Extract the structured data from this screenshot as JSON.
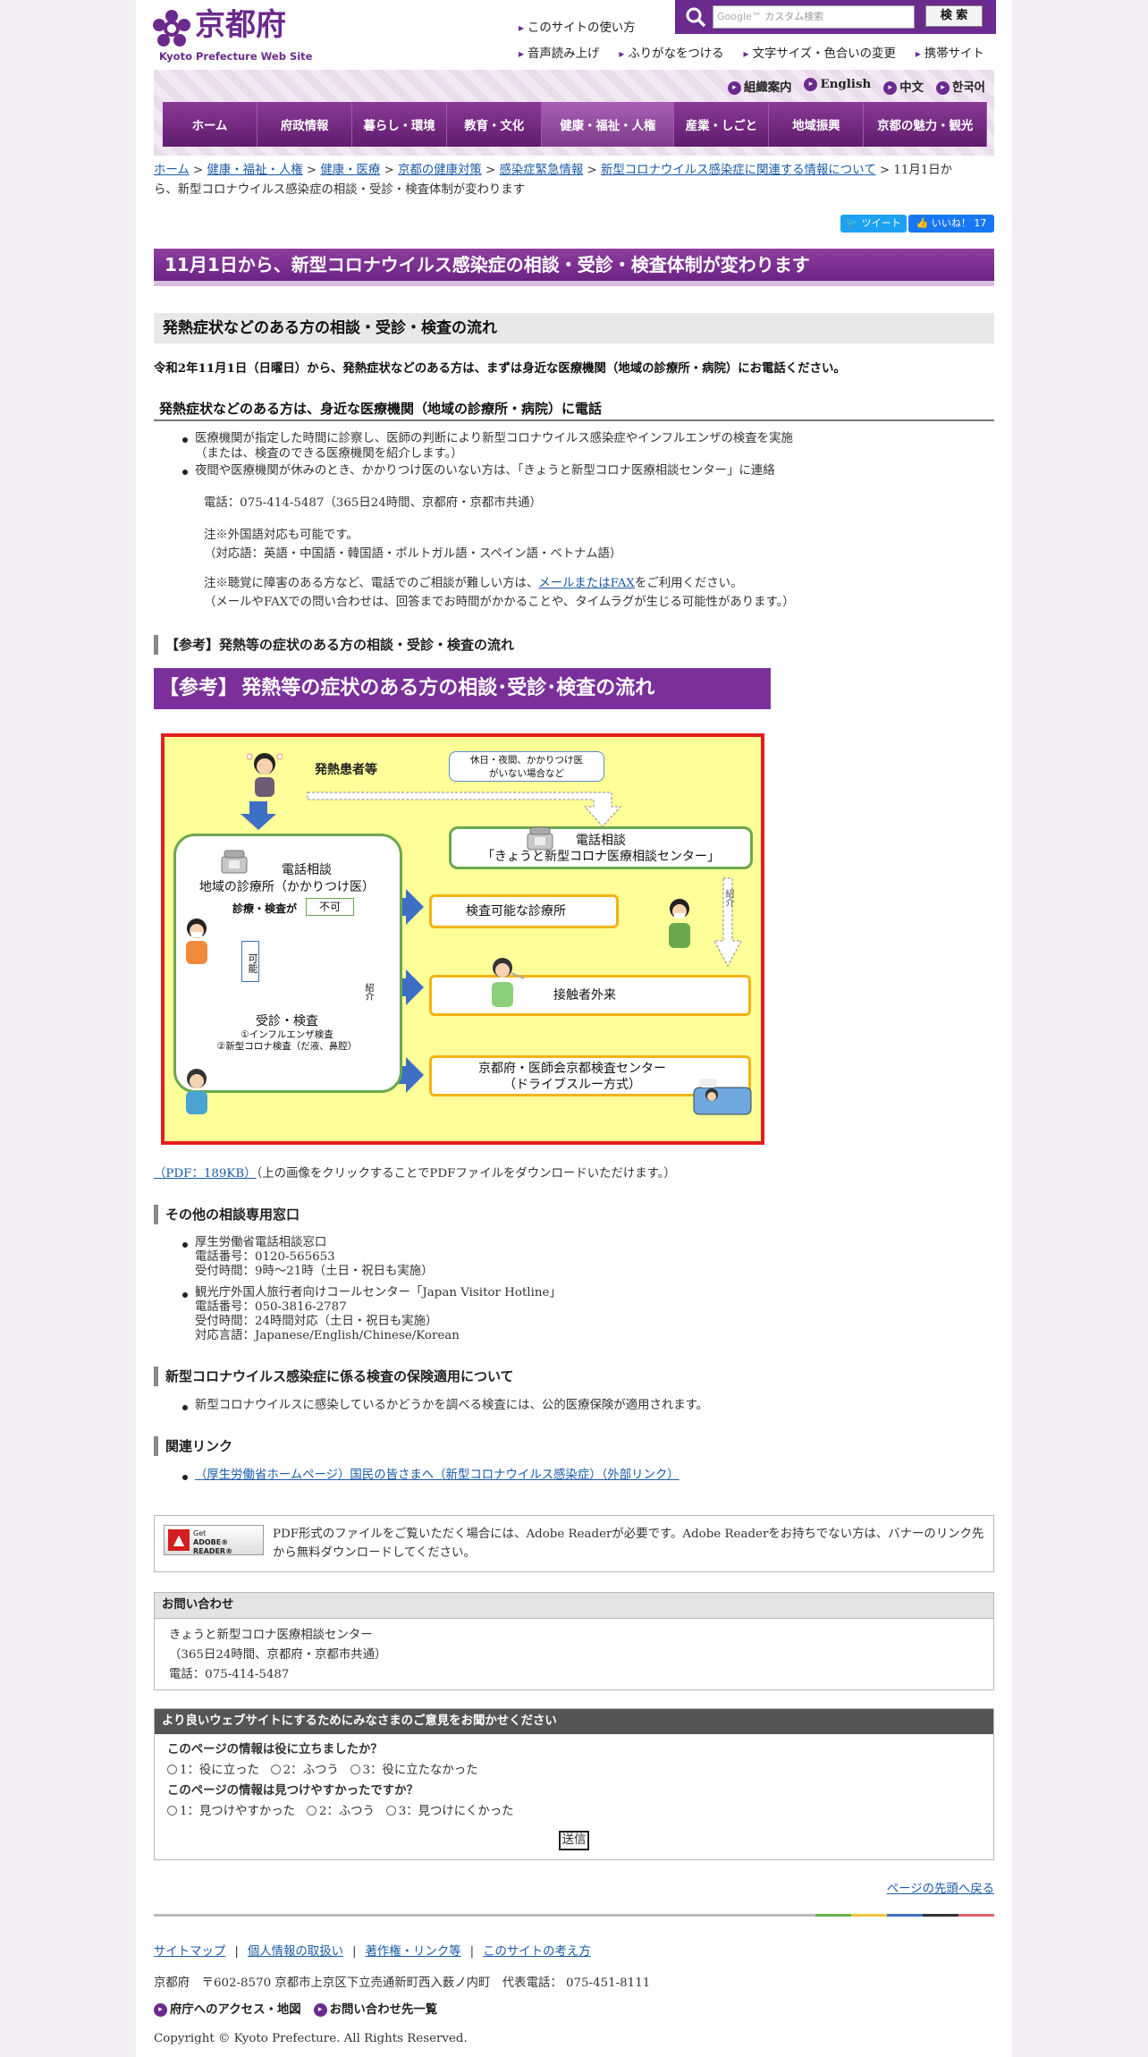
{
  "header": {
    "logo_kanji": "京都府",
    "logo_subtitle": "Kyoto Prefecture Web Site",
    "usage_link": "このサイトの使い方",
    "search_placeholder": "カスタム検索",
    "search_brand": "Google™",
    "search_button": "検 索",
    "tools": [
      "音声読み上げ",
      "ふりがなをつける",
      "文字サイズ・色合いの変更",
      "携帯サイト"
    ],
    "lang_links": [
      "組織案内",
      "English",
      "中文",
      "한국어"
    ]
  },
  "global_nav": [
    "ホーム",
    "府政情報",
    "暮らし・環境",
    "教育・文化",
    "健康・福祉・人権",
    "産業・しごと",
    "地域振興",
    "京都の魅力・観光"
  ],
  "breadcrumb": {
    "links": [
      "ホーム",
      "健康・福祉・人権",
      "健康・医療",
      "京都の健康対策",
      "感染症緊急情報",
      "新型コロナウイルス感染症に関連する情報について"
    ],
    "sep": " > ",
    "current_1": "11月1日か",
    "current_2": "ら、新型コロナウイルス感染症の相談・受診・検査体制が変わります"
  },
  "social": {
    "tweet": "ツイート",
    "like": "いいね！",
    "like_count": "17"
  },
  "main": {
    "title": "11月1日から、新型コロナウイルス感染症の相談・受診・検査体制が変わります",
    "section1_heading": "発熱症状などのある方の相談・受診・検査の流れ",
    "intro": "令和2年11月1日（日曜日）から、発熱症状などのある方は、まずは身近な医療機関（地域の診療所・病院）にお電話ください。",
    "sub_heading": "発熱症状などのある方は、身近な医療機関（地域の診療所・病院）に電話",
    "bullet1_line1": "医療機関が指定した時間に診察し、医師の判断により新型コロナウイルス感染症やインフルエンザの検査を実施",
    "bullet1_line2": "（または、検査のできる医療機関を紹介します。）",
    "bullet2": "夜間や医療機関が休みのとき、かかりつけ医のいない方は、「きょうと新型コロナ医療相談センター」に連絡",
    "phone_note": "電話：075-414-5487（365日24時間、京都府・京都市共通）",
    "foreign_note1": "注※外国語対応も可能です。",
    "foreign_note2": "（対応語：英語・中国語・韓国語・ポルトガル語・スペイン語・ベトナム語）",
    "hearing_note_pre": "注※聴覚に障害のある方など、電話でのご相談が難しい方は、",
    "hearing_note_link": "メールまたはFAX",
    "hearing_note_post": "をご利用ください。",
    "hearing_note2": "（メールやFAXでの問い合わせは、回答までお時間がかかることや、タイムラグが生じる可能性があります。）",
    "ref_heading": "【参考】発熱等の症状のある方の相談・受診・検査の流れ",
    "banner_bracket": "【参考】",
    "banner_text": "発熱等の症状のある方の相談･受診･検査の流れ",
    "pdf_link": "（PDF：189KB）",
    "pdf_note": "（上の画像をクリックすることでPDFファイルをダウンロードいただけます。）"
  },
  "diagram": {
    "patient": "発熱患者等",
    "holiday_1": "休日・夜間、かかりつけ医",
    "holiday_2": "がいない場合など",
    "center_1": "電話相談",
    "center_2": "「きょうと新型コロナ医療相談センター」",
    "clinic_1": "電話相談",
    "clinic_2": "地域の診療所（かかりつけ医）",
    "shinryo": "診療・検査が",
    "fuka": "不可",
    "kano": "可能",
    "shokai": "紹介",
    "exam_1": "受診・検査",
    "exam_2": "①インフルエンザ検査",
    "exam_3": "②新型コロナ検査（だ液、鼻腔）",
    "dest1": "検査可能な診療所",
    "dest2": "接触者外来",
    "dest3_1": "京都府・医師会京都検査センター",
    "dest3_2": "（ドライブスルー方式）"
  },
  "other": {
    "heading": "その他の相談専用窓口",
    "item1": [
      "厚生労働省電話相談窓口",
      "電話番号：0120-565653",
      "受付時間：9時～21時（土日・祝日も実施）"
    ],
    "item2": [
      "観光庁外国人旅行者向けコールセンター「Japan Visitor Hotline」",
      "電話番号：050-3816-2787",
      "受付時間：24時間対応（土日・祝日も実施）",
      "対応言語：Japanese/English/Chinese/Korean"
    ]
  },
  "insurance": {
    "heading": "新型コロナウイルス感染症に係る検査の保険適用について",
    "item": "新型コロナウイルスに感染しているかどうかを調べる検査には、公的医療保険が適用されます。"
  },
  "related": {
    "heading": "関連リンク",
    "link": "（厚生労働省ホームページ）国民の皆さまへ（新型コロナウイルス感染症）（外部リンク）"
  },
  "adobe": {
    "badge_1": "Get",
    "badge_2": "ADOBE® READER®",
    "text_1": "PDF形式のファイルをご覧いただく場合には、Adobe Readerが必要です。Adobe Readerをお持ちでない方は、バナーのリンク先",
    "text_2": "から無料ダウンロードしてください。"
  },
  "contact": {
    "heading": "お問い合わせ",
    "lines": [
      "きょうと新型コロナ医療相談センター",
      "（365日24時間、京都府・京都市共通）",
      "電話：075-414-5487"
    ]
  },
  "feedback": {
    "heading": "より良いウェブサイトにするためにみなさまのご意見をお聞かせください",
    "q1": "このページの情報は役に立ちましたか？",
    "q1_options": [
      "1：役に立った",
      "2：ふつう",
      "3：役に立たなかった"
    ],
    "q2": "このページの情報は見つけやすかったですか？",
    "q2_options": [
      "1：見つけやすかった",
      "2：ふつう",
      "3：見つけにくかった"
    ],
    "submit": "送信"
  },
  "page_top": "ページの先頭へ戻る",
  "footer": {
    "links": [
      "サイトマップ",
      "個人情報の取扱い",
      "著作権・リンク等",
      "このサイトの考え方"
    ],
    "sep": "|",
    "address": "京都府　〒602-8570 京都市上京区下立売通新町西入薮ノ内町　代表電話：  075-451-8111",
    "access": "府庁へのアクセス・地図",
    "contact_list": "お問い合わせ先一覧",
    "copyright": "Copyright © Kyoto Prefecture. All Rights Reserved."
  },
  "colors": {
    "brand_purple": "#6b2a8e",
    "nav_purple": "#7a2b87",
    "link_blue": "#1a5aa8",
    "flow_yellow": "#ffff99",
    "flow_red_border": "#e21f1f",
    "flow_blue": "#3d6fc4",
    "flow_green": "#6aa84f",
    "flow_orange": "#f3b312"
  }
}
